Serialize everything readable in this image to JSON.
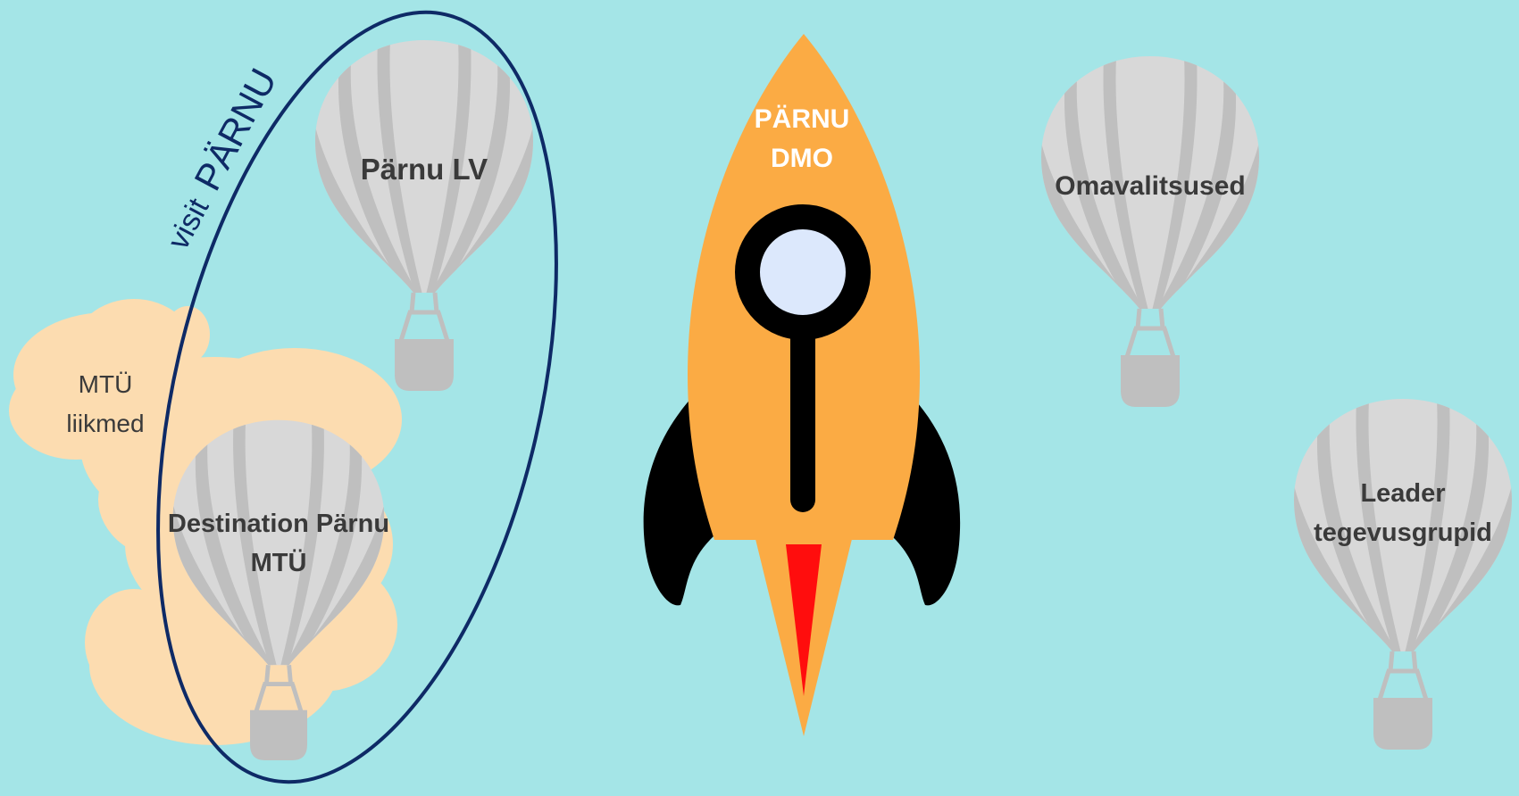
{
  "colors": {
    "background": "#a4e5e7",
    "balloon_light": "#d8d8d8",
    "balloon_dark": "#bfbfbf",
    "cloud": "#fcdcb0",
    "rocket_body": "#fbab44",
    "rocket_fins": "#000000",
    "rocket_flame": "#ff0d0d",
    "window_glass": "#dce8fc",
    "ellipse_stroke": "#0e2a66"
  },
  "brand": {
    "visit": "visit",
    "parnu": "PÄRNU"
  },
  "cloud": {
    "line1": "MTÜ",
    "line2": "liikmed"
  },
  "rocket": {
    "line1": "PÄRNU",
    "line2": "DMO"
  },
  "balloons": {
    "parnu_lv": {
      "line1": "Pärnu LV"
    },
    "destination": {
      "line1": "Destination Pärnu",
      "line2": "MTÜ"
    },
    "omavalitsused": {
      "line1": "Omavalitsused"
    },
    "leader": {
      "line1": "Leader",
      "line2": "tegevusgrupid"
    }
  }
}
